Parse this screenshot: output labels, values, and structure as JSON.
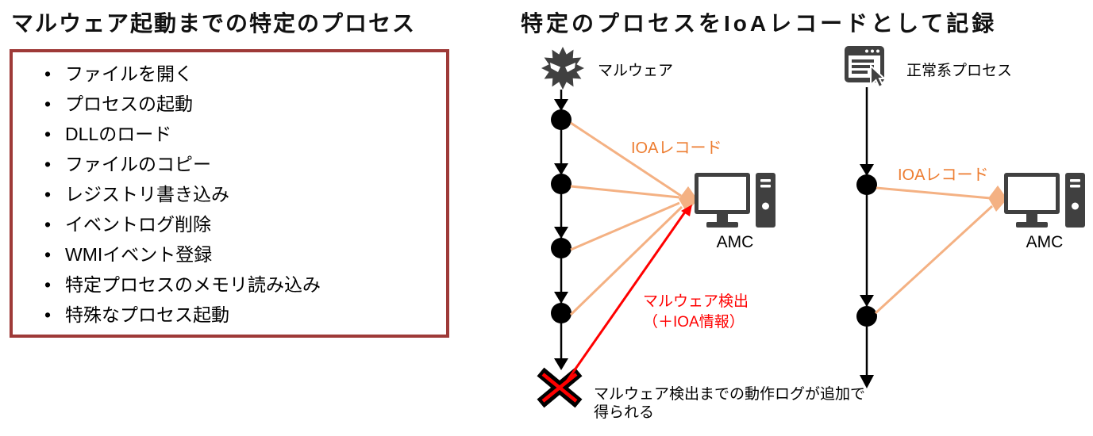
{
  "colors": {
    "accent_dark_red": "#9E3A38",
    "accent_orange": "#ED7D31",
    "accent_peach": "#F4B183",
    "detection_red": "#FF0000",
    "icon_gray": "#404040"
  },
  "left_panel": {
    "title": "マルウェア起動までの特定のプロセス",
    "process_items": [
      "ファイルを開く",
      "プロセスの起動",
      "DLLのロード",
      "ファイルのコピー",
      "レジストリ書き込み",
      "イベントログ削除",
      "WMIイベント登録",
      "特定プロセスのメモリ読み込み",
      "特殊なプロセス起動"
    ]
  },
  "right_panel": {
    "title": "特定のプロセスをIoAレコードとして記録",
    "malware_flow": {
      "source_label": "マルウェア",
      "ioa_record_label": "IOAレコード",
      "server_label": "AMC",
      "detection_line1": "マルウェア検出",
      "detection_line2": "（＋IOA情報）",
      "note_line1": "マルウェア検出までの動作ログが追加で",
      "note_line2": "得られる"
    },
    "normal_flow": {
      "source_label": "正常系プロセス",
      "ioa_record_label": "IOAレコード",
      "server_label": "AMC"
    }
  }
}
